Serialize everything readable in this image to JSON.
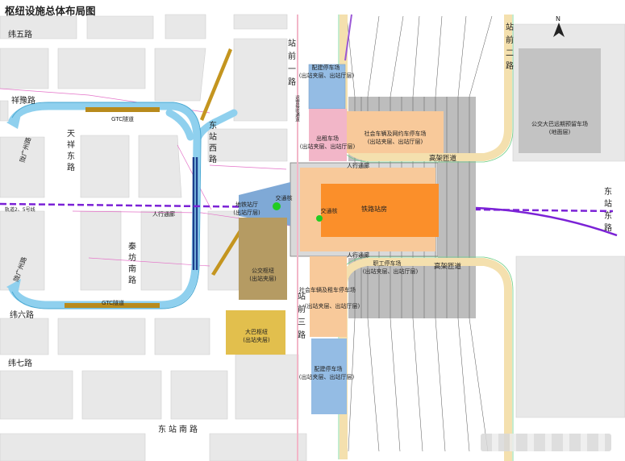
{
  "title": "枢纽设施总体布局图",
  "roads": {
    "weiwu": "纬五路",
    "xiangyu": "祥豫路",
    "weiliu": "纬六路",
    "weiqi": "纬七路",
    "longhai_top": "陇广州路",
    "longhai_bottom": "陇广州路",
    "tianxiang": "天祥东路",
    "qinfang": "秦坊南路",
    "dongzhanxi": "东站西路",
    "zhanqian1": "站前一路",
    "zhanqian2": "站前二路",
    "zhanqian3": "站前三路",
    "dongzhannan": "东站南路",
    "dongzhandong": "东站东路",
    "gaojia_top": "高架匝道",
    "gaojia_bottom": "高架匝道",
    "lianyi": "运营接驳通道",
    "rail_label": "轨道2、5号线"
  },
  "facilities": {
    "brt_top": "GTC隧道",
    "brt_bottom": "GTC隧道",
    "parking_top": "配建停车场",
    "parking_top_sub": "(出站夹层、出站厅层)",
    "taxi": "出租车场",
    "taxi_sub": "(出站夹层、出站厅层)",
    "social_top": "社会车辆及网约车停车场",
    "social_top_sub": "(出站夹层、出站厅层)",
    "bus_remote": "公交大巴远期预留车场",
    "bus_remote_sub": "(地面层)",
    "metro": "地铁站厅",
    "metro_sub": "(出站厅层)",
    "transfer_left": "交通核",
    "transfer_right": "交通核",
    "railway_station": "铁路站房",
    "walk_top": "人行通廊",
    "walk_left": "人行通廊",
    "walk_bottom": "人行通廊",
    "staff_parking": "职工停车场",
    "staff_parking_sub": "(出站夹层、出站厅层)",
    "bus_hub": "公交枢纽",
    "bus_hub_sub": "(出站夹层)",
    "social_bottom": "社会车辆及租车停车场",
    "social_bottom_sub": "(出站夹层、出站厅层)",
    "coach_hub": "大巴枢纽",
    "coach_hub_sub": "(出站夹层)",
    "parking_bottom": "配建停车场",
    "parking_bottom_sub": "(出站夹层、出站厅层)"
  },
  "colors": {
    "road_fill": "#ffffff",
    "block_fill": "#e9e9e9",
    "blue_road": "#8fd0ee",
    "blue_parking": "#94bce4",
    "pink": "#f2b6c8",
    "light_orange": "#f8c99a",
    "orange": "#fb8f2a",
    "gray_tracks": "#b7b7b7",
    "bus_hub_brown": "#b59b63",
    "coach_yellow": "#e2bf4d",
    "rail_purple": "#7b22d6",
    "metro_blue": "#7fa9d6",
    "tunnel_gold": "#b88a1c",
    "green_dot": "#22cc22"
  }
}
